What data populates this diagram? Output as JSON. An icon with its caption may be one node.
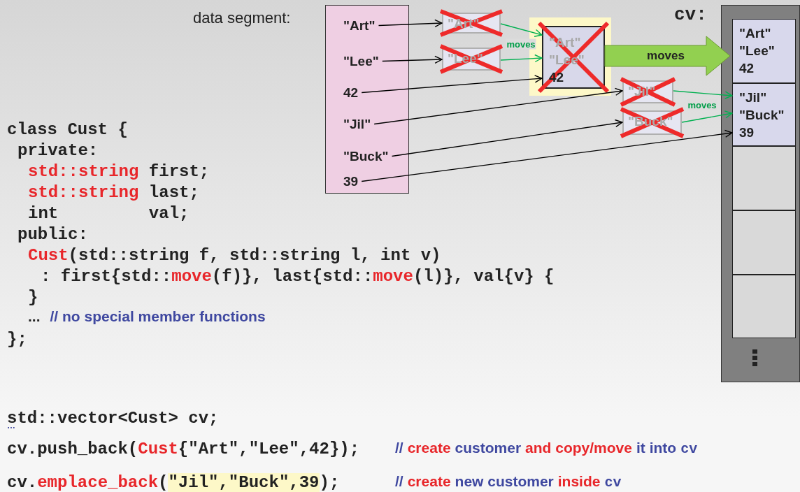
{
  "diagram": {
    "nodes": [
      {
        "text": [
          "data segment:"
        ]
      },
      {
        "text": [
          "\"Art\""
        ],
        "in": 0
      },
      {
        "text": [
          "\"Lee\""
        ],
        "in": 0
      },
      {
        "text": [
          "42"
        ],
        "in": 0
      },
      {
        "text": [
          "\"Jil\""
        ],
        "in": 0
      },
      {
        "text": [
          "\"Buck\""
        ],
        "in": 0
      },
      {
        "text": [
          "39"
        ],
        "in": 0
      },
      {
        "text": [
          "\"Art\""
        ]
      },
      {
        "text": [
          "\"Lee\""
        ]
      },
      {
        "text": [
          "\"Art\"",
          "\"Lee\"",
          "42"
        ]
      },
      {
        "text": [
          "\"Jil\""
        ]
      },
      {
        "text": [
          "\"Buck\""
        ]
      },
      {
        "text": [
          "cv:"
        ]
      },
      {
        "text": [
          "\"Art\"",
          "\"Lee\"",
          "42"
        ],
        "in": 12
      },
      {
        "text": [
          "\"Jil\"",
          "\"Buck\"",
          "39"
        ],
        "in": 12
      },
      {
        "text": [],
        "shape": "box",
        "in": 12
      },
      {
        "text": [],
        "shape": "box",
        "in": 12
      },
      {
        "text": [],
        "shape": "box",
        "in": 12
      }
    ],
    "edges": [
      {
        "from": 1,
        "to": 7,
        "arrow": "to"
      },
      {
        "from": 2,
        "to": 8,
        "arrow": "to"
      },
      {
        "from": 3,
        "to": 9,
        "arrow": "to"
      },
      {
        "from": 7,
        "to": 9,
        "arrow": "to",
        "color": "#00b050",
        "label": "moves"
      },
      {
        "from": 8,
        "to": 9,
        "arrow": "to",
        "color": "#00b050"
      },
      {
        "from": 9,
        "to": 13,
        "arrow": "to",
        "style": "thick",
        "color": "#92d050",
        "label": "moves"
      },
      {
        "from": 4,
        "to": 10,
        "arrow": "to"
      },
      {
        "from": 5,
        "to": 11,
        "arrow": "to"
      },
      {
        "from": 6,
        "to": 14,
        "arrow": "to"
      },
      {
        "from": 10,
        "to": 14,
        "arrow": "to",
        "color": "#00b050",
        "label": "moves"
      },
      {
        "from": 11,
        "to": 14,
        "arrow": "to",
        "color": "#00b050"
      }
    ],
    "labels": [
      "class Cust {",
      "private:",
      "std::string",
      "first;",
      "std::string",
      "last;",
      "int",
      "val;",
      "public:",
      "Cust",
      "(std::string f, std::string l, int v)",
      ": first{std::",
      "move",
      "(f)}, last{std::",
      "move",
      "(l)}, val{v} {",
      "}",
      "...",
      "// no special member functions",
      "};",
      "std::vector<Cust> cv;",
      "…",
      "cv.push_back(",
      "Cust",
      "{\"Art\",\"Lee\",42});",
      "//",
      "create",
      "customer",
      "and copy/move",
      "it into",
      "cv",
      "cv.",
      "emplace_back",
      "(",
      "\"Jil\",\"Buck\",39",
      ");",
      "//",
      "create",
      "new customer",
      "inside",
      "cv"
    ]
  }
}
